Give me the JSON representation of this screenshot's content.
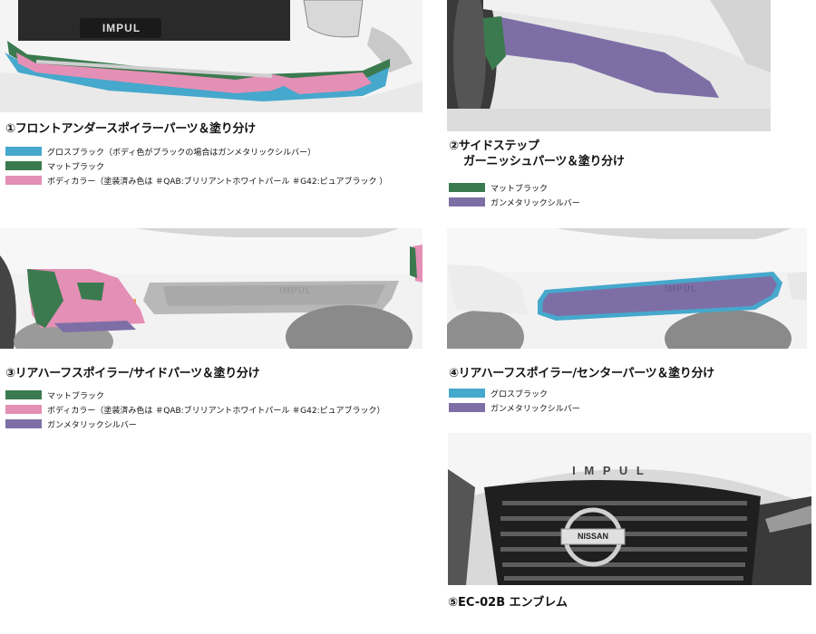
{
  "colors": {
    "gloss_black": "#45a8cc",
    "matte_black": "#3b7a4f",
    "body_color": "#e48fb5",
    "gunmetal": "#7d6fa6"
  },
  "sections": [
    {
      "title": "①フロントアンダースポイラーパーツ＆塗り分け",
      "legend": [
        {
          "color": "#45a8cc",
          "label": "グロスブラック（ボディ色がブラックの場合はガンメタリックシルバー）"
        },
        {
          "color": "#3b7a4f",
          "label": "マットブラック"
        },
        {
          "color": "#e48fb5",
          "label": "ボディカラー（塗装済み色は ＃QAB:ブリリアントホワイトパール ＃G42:ピュアブラック ）"
        }
      ]
    },
    {
      "title_line1": "②サイドステップ",
      "title_line2": "ガーニッシュパーツ＆塗り分け",
      "legend": [
        {
          "color": "#3b7a4f",
          "label": "マットブラック"
        },
        {
          "color": "#7d6fa6",
          "label": "ガンメタリックシルバー"
        }
      ]
    },
    {
      "title": "③リアハーフスポイラー/サイドパーツ＆塗り分け",
      "legend": [
        {
          "color": "#3b7a4f",
          "label": "マットブラック"
        },
        {
          "color": "#e48fb5",
          "label": "ボディカラー（塗装済み色は ＃QAB:ブリリアントホワイトパール ＃G42:ピュアブラック）"
        },
        {
          "color": "#7d6fa6",
          "label": "ガンメタリックシルバー"
        }
      ]
    },
    {
      "title": "④リアハーフスポイラー/センターパーツ＆塗り分け",
      "legend": [
        {
          "color": "#45a8cc",
          "label": "グロスブラック"
        },
        {
          "color": "#7d6fa6",
          "label": "ガンメタリックシルバー"
        }
      ]
    },
    {
      "caption": "⑤EC-02B エンブレム"
    }
  ],
  "photo_text": {
    "impul_badge": "IMPUL",
    "impul_emblem": "I M P U L",
    "nissan_badge": "NISSAN",
    "rear_impul": "IMPUL"
  }
}
